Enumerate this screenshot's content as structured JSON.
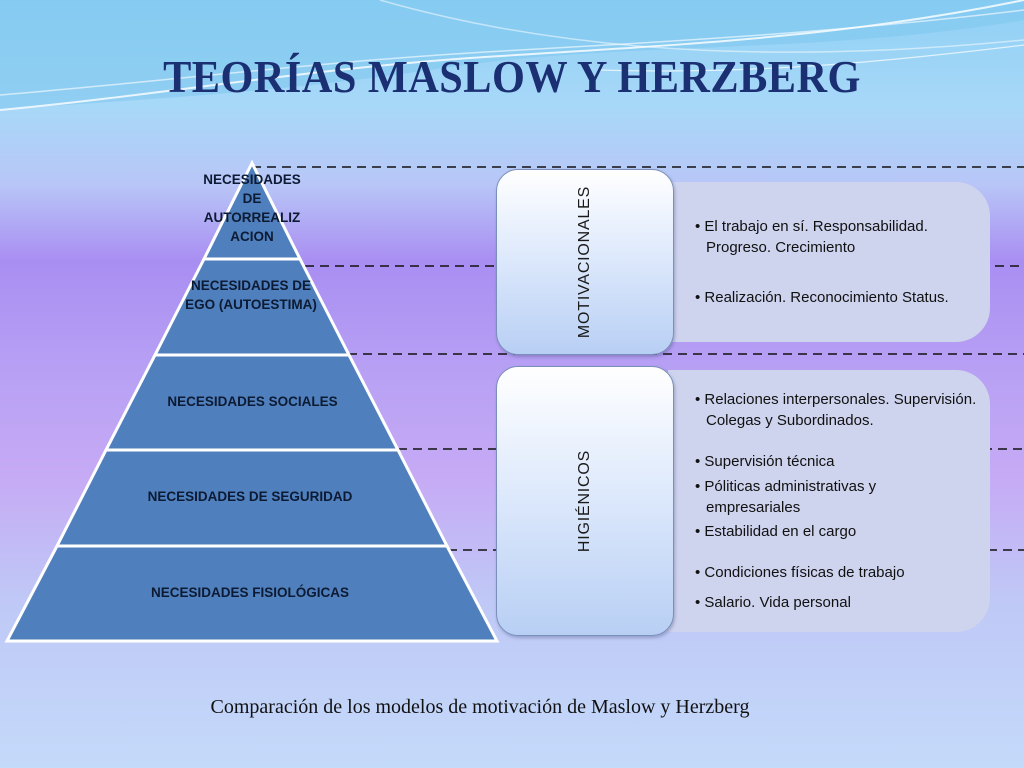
{
  "title": "TEORÍAS MASLOW Y HERZBERG",
  "caption": "Comparación de los modelos de motivación de Maslow y Herzberg",
  "colors": {
    "pyramid_fill": "#4f80bd",
    "pyramid_stroke": "#ffffff",
    "title": "#1b2f73",
    "panel": "#ced3ee"
  },
  "pyramid": {
    "levels": [
      "NECESIDADES DE AUTORREALIZ ACION",
      "NECESIDADES DE EGO (AUTOESTIMA)",
      "NECESIDADES SOCIALES",
      "NECESIDADES DE SEGURIDAD",
      "NECESIDADES FISIOLÓGICAS"
    ]
  },
  "herzberg": {
    "motivacionales": {
      "label": "MOTIVACIONALES",
      "items": [
        "• El trabajo en sí. Responsabilidad. Progreso. Crecimiento",
        "• Realización. Reconocimiento Status."
      ]
    },
    "higienicos": {
      "label": "HIGIÉNICOS",
      "items": [
        "• Relaciones interpersonales. Supervisión. Colegas y Subordinados.",
        "• Supervisión técnica",
        "• Póliticas administrativas y empresariales",
        "• Estabilidad en el cargo",
        "• Condiciones físicas de trabajo",
        "• Salario. Vida personal"
      ]
    }
  }
}
